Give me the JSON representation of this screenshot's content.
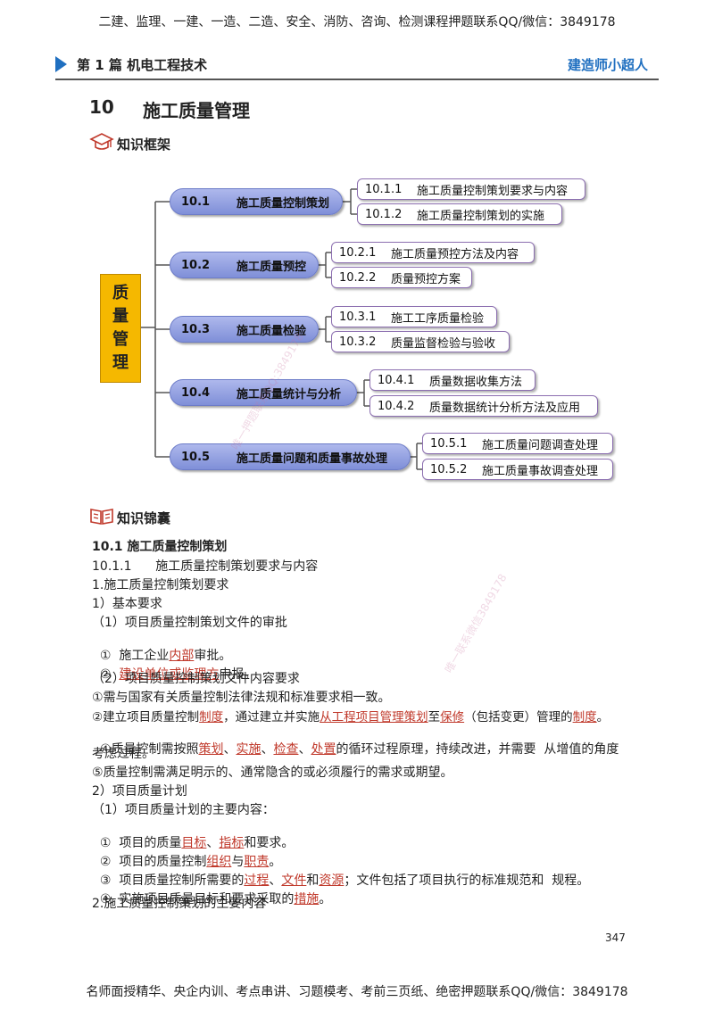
{
  "banner_top": "二建、监理、一建、一造、二造、安全、消防、咨询、检测课程押题联系QQ/微信：3849178",
  "header": {
    "left": "第 1 篇  机电工程技术",
    "right": "建造师小超人"
  },
  "chapter": {
    "number": "10",
    "title": "施工质量管理"
  },
  "sections": {
    "framework": "知识框架",
    "treasury": "知识锦囊"
  },
  "mindmap": {
    "root": [
      "质",
      "量",
      "管",
      "理"
    ],
    "branches": [
      {
        "num": "10.1",
        "title": "施工质量控制策划",
        "children": [
          {
            "num": "10.1.1",
            "title": "施工质量控制策划要求与内容"
          },
          {
            "num": "10.1.2",
            "title": "施工质量控制策划的实施"
          }
        ]
      },
      {
        "num": "10.2",
        "title": "施工质量预控",
        "children": [
          {
            "num": "10.2.1",
            "title": "施工质量预控方法及内容"
          },
          {
            "num": "10.2.2",
            "title": "质量预控方案"
          }
        ]
      },
      {
        "num": "10.3",
        "title": "施工质量检验",
        "children": [
          {
            "num": "10.3.1",
            "title": "施工工序质量检验"
          },
          {
            "num": "10.3.2",
            "title": "质量监督检验与验收"
          }
        ]
      },
      {
        "num": "10.4",
        "title": "施工质量统计与分析",
        "children": [
          {
            "num": "10.4.1",
            "title": "质量数据收集方法"
          },
          {
            "num": "10.4.2",
            "title": "质量数据统计分析方法及应用"
          }
        ]
      },
      {
        "num": "10.5",
        "title": "施工质量问题和质量事故处理",
        "children": [
          {
            "num": "10.5.1",
            "title": "施工质量问题调查处理"
          },
          {
            "num": "10.5.2",
            "title": "施工质量事故调查处理"
          }
        ]
      }
    ]
  },
  "body": {
    "l01": "10.1 施工质量控制策划",
    "l02": "10.1.1      施工质量控制策划要求与内容",
    "l03": "1.施工质量控制策划要求",
    "l04": "1）基本要求",
    "l05": "（1）项目质量控制策划文件的审批",
    "l06": {
      "a": "①  施工企业",
      "r1": "内部",
      "b": "审批。"
    },
    "l07": {
      "a": "②  ",
      "r1": "建设单位或监理方",
      "b": "申报。"
    },
    "l08": "（2）项目质量控制策划文件内容要求",
    "l09": "①需与国家有关质量控制法律法规和标准要求相一致。",
    "l10": {
      "a": "②建立项目质量控制",
      "r1": "制度",
      "b": "，通过建立并实施",
      "r2": "从工程项目管理策划",
      "c": "至",
      "r3": "保修",
      "d": "（包括变更）管理的",
      "r4": "制度",
      "e": "。"
    },
    "l11": {
      "a": "④质量控制需按照",
      "r1": "策划",
      "b": "、",
      "r2": "实施",
      "c": "、",
      "r3": "检查",
      "d": "、",
      "r4": "处置",
      "e": "的循环过程原理，持续改进，并需要  从增值的角度"
    },
    "l12": "考虑过程。",
    "l13": "⑤质量控制需满足明示的、通常隐含的或必须履行的需求或期望。",
    "l14": "2）项目质量计划",
    "l15": "（1）项目质量计划的主要内容：",
    "l16": {
      "a": "①  项目的质量",
      "r1": "目标",
      "b": "、",
      "r2": "指标",
      "c": "和要求。"
    },
    "l17": {
      "a": "②  项目的质量控制",
      "r1": "组织",
      "b": "与",
      "r2": "职责",
      "c": "。"
    },
    "l18": {
      "a": "③  项目质量控制所需要的",
      "r1": "过程",
      "b": "、",
      "r2": "文件",
      "c": "和",
      "r3": "资源",
      "d": "；文件包括了项目执行的标准规范和  规程。"
    },
    "l19": {
      "a": "④  实施项目质量目标和要求采取的",
      "r1": "措施",
      "b": "。"
    },
    "l20": "2.施工质量控制策划的主要内容"
  },
  "watermarks": {
    "w1": "唯一押题联系QQ:3849178",
    "w2": "唯一联系微信3849178"
  },
  "page_number": "347",
  "banner_bottom": "名师面授精华、央企内训、考点串讲、习题模考、考前三页纸、绝密押题联系QQ/微信：3849178",
  "colors": {
    "accent": "#1f6fc0",
    "root": "#f5b800",
    "branch": "#8a99de",
    "leaf_border": "#8c6fb0",
    "highlight": "#c0392b"
  }
}
